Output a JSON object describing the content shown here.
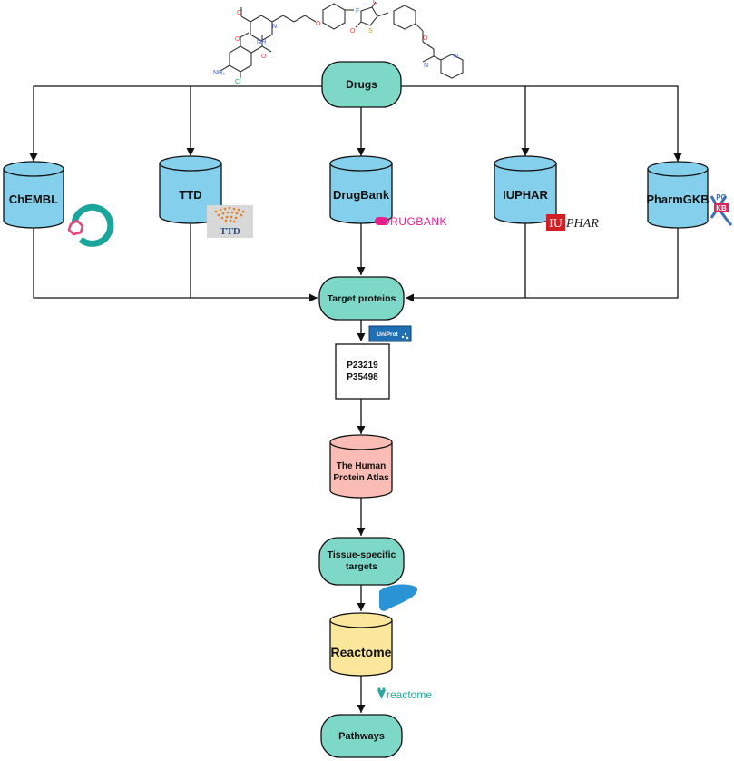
{
  "nodes": {
    "drugs": "Drugs",
    "target_proteins": "Target proteins",
    "tissue_specific_line1": "Tissue-specific",
    "tissue_specific_line2": "targets",
    "pathways": "Pathways"
  },
  "databases": {
    "chembl": "ChEMBL",
    "ttd": "TTD",
    "drugbank": "DrugBank",
    "iuphar": "IUPHAR",
    "pharmgkb": "PharmGKB",
    "hpa_line1": "The Human",
    "hpa_line2": "Protein Atlas",
    "reactome": "Reactome"
  },
  "protein_ids": [
    "P23219",
    "P35498"
  ],
  "logos": {
    "ttd": "TTD",
    "drugbank": "DRUGBANK",
    "iuphar_letters": "IU",
    "iuphar_rest": "PHAR",
    "pharmgkb_top": "PG",
    "pharmgkb_bottom": "KB",
    "uniprot": "UniProt",
    "reactome": "reactome"
  },
  "molecule_atoms": {
    "f": "F",
    "o": "O",
    "n": "N",
    "nh": "NH",
    "nh2": "NH₂",
    "cl": "Cl",
    "s": "S",
    "n_pyridine": "N"
  },
  "colors": {
    "stadium_fill": "#7dd8c8",
    "cylinder_blue": "#84cfeb",
    "cylinder_pink": "#fbbcb5",
    "cylinder_yellow": "#fbe79b",
    "edge": "#111111",
    "drugbank_magenta": "#e91e8c",
    "iuphar_red": "#d11f26",
    "reactome_teal": "#2aa7a0",
    "chembl_teal": "#1aa59a",
    "chembl_pink": "#e8457a",
    "ttd_orange": "#e67e22",
    "uniprot_blue": "#1f6fb5",
    "liver_blue": "#2a93d5"
  },
  "icons": [
    "chembl-logo-icon",
    "ttd-logo-icon",
    "drugbank-logo-icon",
    "iuphar-logo-icon",
    "pharmgkb-logo-icon",
    "uniprot-logo-icon",
    "liver-icon",
    "reactome-logo-icon",
    "molecule-structure-icon"
  ]
}
